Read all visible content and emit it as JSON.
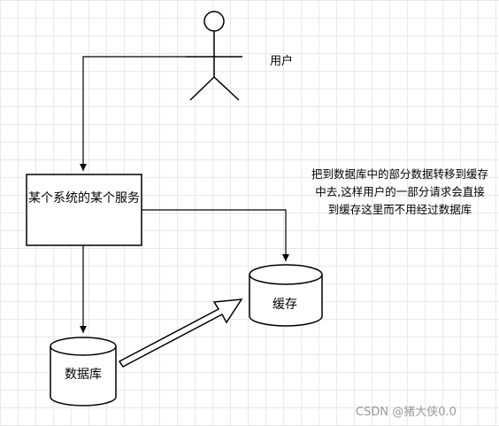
{
  "user": {
    "label": "用户"
  },
  "service": {
    "label": "某个系统的某个服务"
  },
  "cache": {
    "label": "缓存"
  },
  "database": {
    "label": "数据库"
  },
  "note": {
    "text": "把到数据库中的部分数据转移到缓存中去,这样用户的一部分请求会直接到缓存这里而不用经过数据库"
  },
  "watermark": {
    "text": "CSDN @猪大侠0.0"
  }
}
